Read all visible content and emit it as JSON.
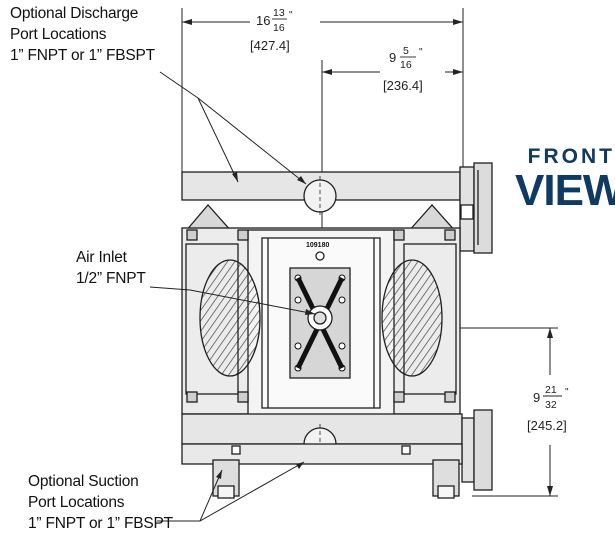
{
  "title": {
    "line1": "FRONT",
    "line2": "VIEW",
    "color": "#0f3b63"
  },
  "callouts": {
    "discharge": {
      "line1": "Optional Discharge",
      "line2": "Port Locations",
      "line3": "1” FNPT or 1” FBSPT"
    },
    "air_inlet": {
      "line1": "Air Inlet",
      "line2": "1/2” FNPT"
    },
    "suction": {
      "line1": "Optional Suction",
      "line2": "Port Locations",
      "line3": "1” FNPT or 1” FBSPT"
    }
  },
  "dimensions": {
    "overall_width": {
      "whole": "16",
      "num": "13",
      "den": "16",
      "inch_mark": "\"",
      "metric": "[427.4]"
    },
    "center_to_side": {
      "whole": "9",
      "num": "5",
      "den": "16",
      "inch_mark": "\"",
      "metric": "[236.4]"
    },
    "height": {
      "whole": "9",
      "num": "21",
      "den": "32",
      "inch_mark": "\"",
      "metric": "[245.2]"
    }
  },
  "label_plate": "109180"
}
